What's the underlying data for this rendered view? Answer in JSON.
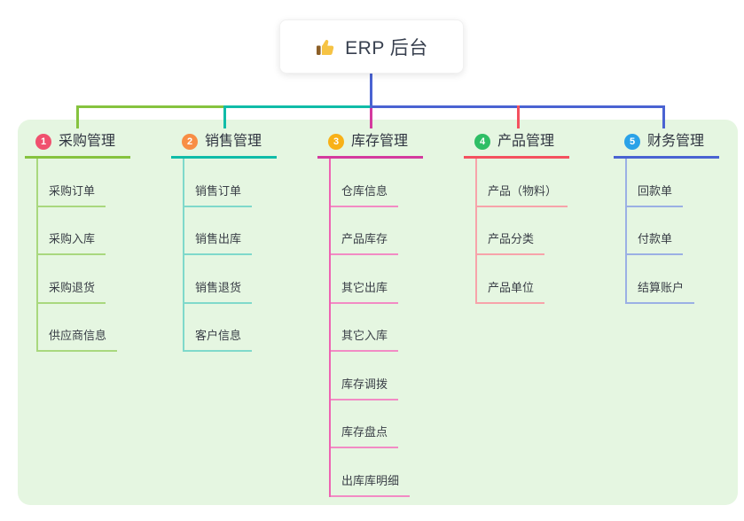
{
  "page": {
    "background": "#FFFFFF",
    "panel_background": "#E5F6E1"
  },
  "root": {
    "title": "ERP 后台",
    "icon": "thumbs-up-icon",
    "line_color": "#4A63D2"
  },
  "branches": [
    {
      "badge": "1",
      "label": "采购管理",
      "badge_color": "#F0506E",
      "line_color": "#86C33F",
      "trunk_color": "#A9D87E",
      "child_line_color": "#A9D87E",
      "children": [
        "采购订单",
        "采购入库",
        "采购退货",
        "供应商信息"
      ]
    },
    {
      "badge": "2",
      "label": "销售管理",
      "badge_color": "#F88E45",
      "line_color": "#10BCA8",
      "trunk_color": "#7FD9CB",
      "child_line_color": "#7FD9CB",
      "children": [
        "销售订单",
        "销售出库",
        "销售退货",
        "客户信息"
      ]
    },
    {
      "badge": "3",
      "label": "库存管理",
      "badge_color": "#F8B117",
      "line_color": "#D43A9E",
      "trunk_color": "#EE64B2",
      "child_line_color": "#F28BC4",
      "children": [
        "仓库信息",
        "产品库存",
        "其它出库",
        "其它入库",
        "库存调拨",
        "库存盘点",
        "出库库明细"
      ]
    },
    {
      "badge": "4",
      "label": "产品管理",
      "badge_color": "#2EBE65",
      "line_color": "#F4515F",
      "trunk_color": "#F7A3AA",
      "child_line_color": "#F7A3AA",
      "children": [
        "产品（物料）",
        "产品分类",
        "产品单位"
      ]
    },
    {
      "badge": "5",
      "label": "财务管理",
      "badge_color": "#2AA2E8",
      "line_color": "#4A63D2",
      "trunk_color": "#9BB0E4",
      "child_line_color": "#9BB0E4",
      "children": [
        "回款单",
        "付款单",
        "结算账户"
      ]
    }
  ]
}
